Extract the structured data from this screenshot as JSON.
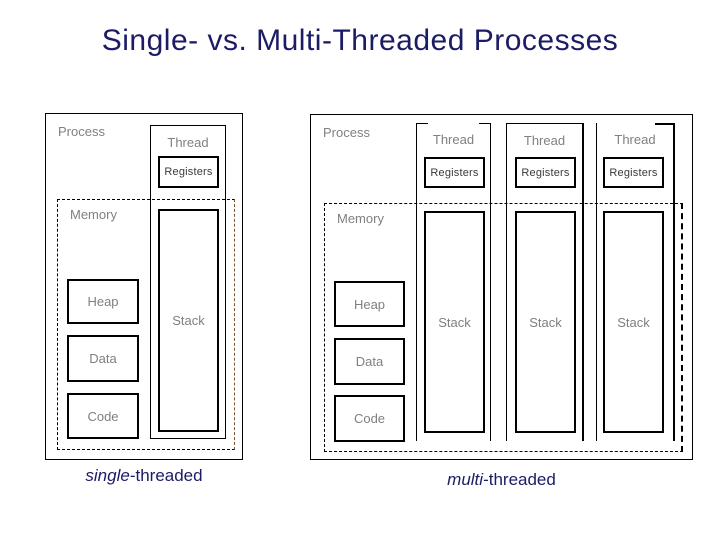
{
  "title": "Single- vs. Multi-Threaded Processes",
  "colors": {
    "title_text": "#1b1b66",
    "caption_text": "#1b1b66",
    "label_gray": "#808080",
    "registers_text": "#3a3a3a",
    "line_black": "#000000",
    "left_memory_right_edge_brown": "#7a5433",
    "background": "#ffffff"
  },
  "left": {
    "process": "Process",
    "memory": "Memory",
    "heap": "Heap",
    "data": "Data",
    "code": "Code",
    "thread": {
      "label": "Thread",
      "registers": "Registers",
      "stack": "Stack"
    },
    "caption": {
      "em": "single",
      "rest": "-threaded"
    }
  },
  "right": {
    "process": "Process",
    "memory": "Memory",
    "heap": "Heap",
    "data": "Data",
    "code": "Code",
    "threads": [
      {
        "label": "Thread",
        "registers": "Registers",
        "stack": "Stack"
      },
      {
        "label": "Thread",
        "registers": "Registers",
        "stack": "Stack"
      },
      {
        "label": "Thread",
        "registers": "Registers",
        "stack": "Stack"
      }
    ],
    "caption": {
      "em": "multi",
      "rest": "-threaded"
    }
  }
}
